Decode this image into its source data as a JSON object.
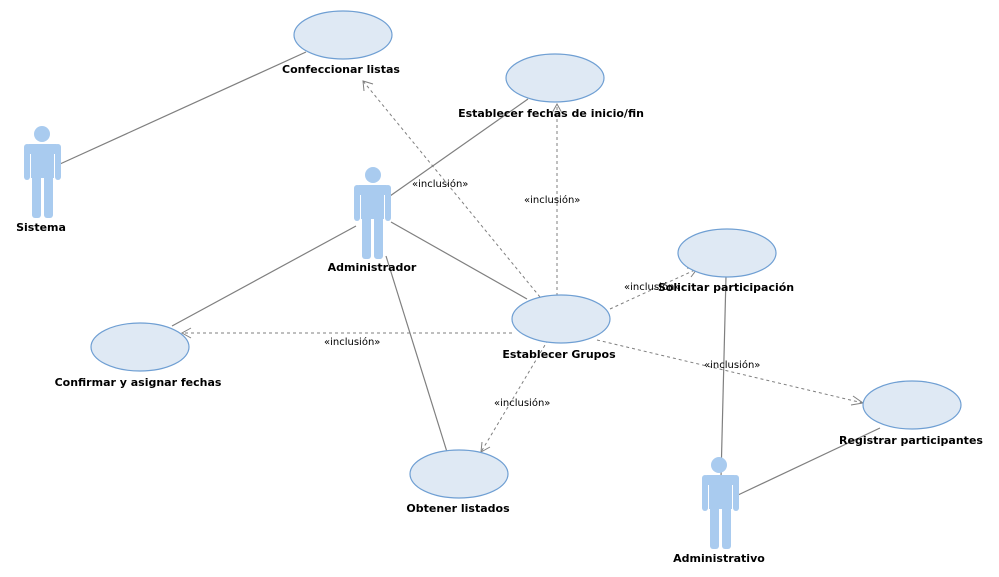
{
  "diagram": {
    "type": "uml-use-case",
    "colors": {
      "usecase_fill": "#dfe9f4",
      "usecase_stroke": "#6f9fd3",
      "actor_fill": "#a9cbef",
      "line": "#7f7f7f"
    }
  },
  "actors": {
    "sistema": "Sistema",
    "administrador": "Administrador",
    "administrativo": "Administrativo"
  },
  "usecases": {
    "confeccionar": "Confeccionar listas",
    "fechas_inicio": "Establecer fechas de inicio/fin",
    "solicitar": "Solicitar participación",
    "confirmar": "Confirmar y asignar fechas",
    "grupos": "Establecer Grupos",
    "registrar": "Registrar participantes",
    "listados": "Obtener listados"
  },
  "relations": {
    "inclusion_label": "«inclusión»"
  }
}
